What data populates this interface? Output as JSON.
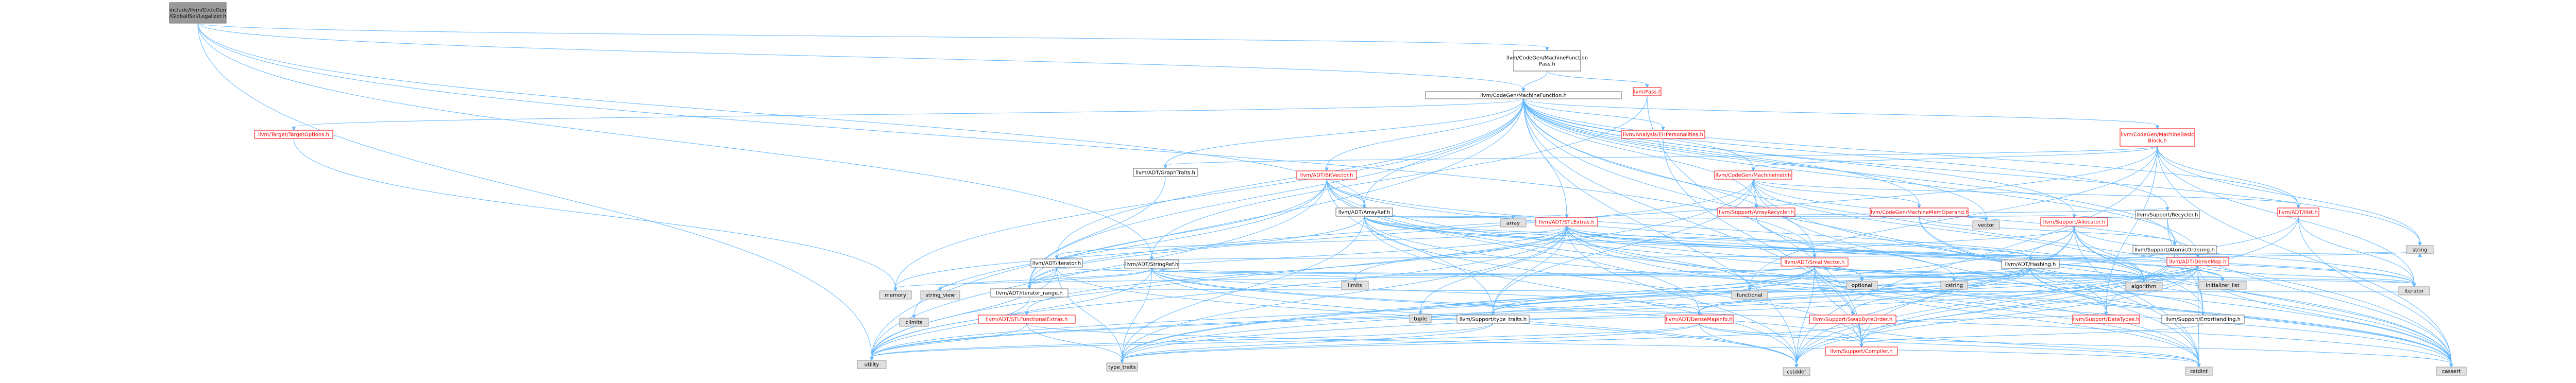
{
  "colors": {
    "edge": "#63B8FF",
    "root_fill": "#999999",
    "root_border": "#666666",
    "node_fill": "#ffffff",
    "node_border": "#666666",
    "node_text": "#000000",
    "external_fill": "#E0E0E0",
    "external_border": "#999999",
    "external_text": "#000000",
    "red_text": "#FF0000",
    "red_border": "#FF0000"
  },
  "nodes": [
    {
      "id": "root",
      "lines": [
        "include/llvm/CodeGen",
        "/GlobalISel/Legalizer.h"
      ],
      "kind": "root"
    },
    {
      "id": "mfp",
      "lines": [
        "llvm/CodeGen/MachineFunction",
        "Pass.h"
      ],
      "kind": "normal"
    },
    {
      "id": "pass",
      "lines": [
        "llvm/Pass.h"
      ],
      "kind": "red"
    },
    {
      "id": "mf",
      "lines": [
        "llvm/CodeGen/MachineFunction.h"
      ],
      "kind": "normal"
    },
    {
      "id": "tto",
      "lines": [
        "llvm/Target/TargetOptions.h"
      ],
      "kind": "red"
    },
    {
      "id": "gt",
      "lines": [
        "llvm/ADT/GraphTraits.h"
      ],
      "kind": "normal"
    },
    {
      "id": "ehp",
      "lines": [
        "llvm/Analysis/EHPersonalities.h"
      ],
      "kind": "red"
    },
    {
      "id": "mbb",
      "lines": [
        "llvm/CodeGen/MachineBasic",
        "Block.h"
      ],
      "kind": "red"
    },
    {
      "id": "bv",
      "lines": [
        "llvm/ADT/BitVector.h"
      ],
      "kind": "red"
    },
    {
      "id": "mi",
      "lines": [
        "llvm/CodeGen/MachineInstr.h"
      ],
      "kind": "red"
    },
    {
      "id": "ar",
      "lines": [
        "llvm/ADT/ArrayRef.h"
      ],
      "kind": "normal"
    },
    {
      "id": "arec",
      "lines": [
        "llvm/Support/ArrayRecycler.h"
      ],
      "kind": "red"
    },
    {
      "id": "mmo",
      "lines": [
        "llvm/CodeGen/MachineMemOperand.h"
      ],
      "kind": "red"
    },
    {
      "id": "rec",
      "lines": [
        "llvm/Support/Recycler.h"
      ],
      "kind": "normal"
    },
    {
      "id": "ilist",
      "lines": [
        "llvm/ADT/ilist.h"
      ],
      "kind": "red"
    },
    {
      "id": "arr",
      "lines": [
        "array"
      ],
      "kind": "external"
    },
    {
      "id": "vec",
      "lines": [
        "vector"
      ],
      "kind": "external"
    },
    {
      "id": "stl",
      "lines": [
        "llvm/ADT/STLExtras.h"
      ],
      "kind": "red"
    },
    {
      "id": "alloc",
      "lines": [
        "llvm/Support/Allocator.h"
      ],
      "kind": "red"
    },
    {
      "id": "ao",
      "lines": [
        "llvm/Support/AtomicOrdering.h"
      ],
      "kind": "normal"
    },
    {
      "id": "iter",
      "lines": [
        "llvm/ADT/iterator.h"
      ],
      "kind": "normal"
    },
    {
      "id": "sr",
      "lines": [
        "llvm/ADT/StringRef.h"
      ],
      "kind": "normal"
    },
    {
      "id": "sv",
      "lines": [
        "llvm/ADT/SmallVector.h"
      ],
      "kind": "red"
    },
    {
      "id": "hash",
      "lines": [
        "llvm/ADT/Hashing.h"
      ],
      "kind": "normal"
    },
    {
      "id": "dm",
      "lines": [
        "llvm/ADT/DenseMap.h"
      ],
      "kind": "red"
    },
    {
      "id": "mem",
      "lines": [
        "memory"
      ],
      "kind": "external"
    },
    {
      "id": "ir",
      "lines": [
        "llvm/ADT/iterator_range.h"
      ],
      "kind": "normal"
    },
    {
      "id": "cstd",
      "lines": [
        "cstddef"
      ],
      "kind": "external"
    },
    {
      "id": "cstdint",
      "lines": [
        "cstdint"
      ],
      "kind": "external"
    },
    {
      "id": "cassert",
      "lines": [
        "cassert"
      ],
      "kind": "external"
    },
    {
      "id": "utility",
      "lines": [
        "utility"
      ],
      "kind": "external"
    },
    {
      "id": "tt",
      "lines": [
        "type_traits"
      ],
      "kind": "external"
    },
    {
      "id": "climits",
      "lines": [
        "climits"
      ],
      "kind": "external"
    },
    {
      "id": "cstring",
      "lines": [
        "cstring"
      ],
      "kind": "external"
    },
    {
      "id": "limits",
      "lines": [
        "limits"
      ],
      "kind": "external"
    },
    {
      "id": "algorithm",
      "lines": [
        "algorithm"
      ],
      "kind": "external"
    },
    {
      "id": "tuple",
      "lines": [
        "tuple"
      ],
      "kind": "external"
    },
    {
      "id": "string",
      "lines": [
        "string"
      ],
      "kind": "external"
    },
    {
      "id": "string_view",
      "lines": [
        "string_view"
      ],
      "kind": "external"
    },
    {
      "id": "functional",
      "lines": [
        "functional"
      ],
      "kind": "external"
    },
    {
      "id": "optional",
      "lines": [
        "optional"
      ],
      "kind": "external"
    },
    {
      "id": "initlist",
      "lines": [
        "initializer_list"
      ],
      "kind": "external"
    },
    {
      "id": "iterator",
      "lines": [
        "iterator"
      ],
      "kind": "external"
    },
    {
      "id": "stlfe",
      "lines": [
        "llvm/ADT/STLFunctionalExtras.h"
      ],
      "kind": "red"
    },
    {
      "id": "dmi",
      "lines": [
        "llvm/ADT/DenseMapInfo.h"
      ],
      "kind": "red"
    },
    {
      "id": "stt",
      "lines": [
        "llvm/Support/type_traits.h"
      ],
      "kind": "normal"
    },
    {
      "id": "swbo",
      "lines": [
        "llvm/Support/SwapByteOrder.h"
      ],
      "kind": "red"
    },
    {
      "id": "dt",
      "lines": [
        "llvm/Support/DataTypes.h"
      ],
      "kind": "red"
    },
    {
      "id": "eh",
      "lines": [
        "llvm/Support/ErrorHandling.h"
      ],
      "kind": "normal"
    },
    {
      "id": "comp",
      "lines": [
        "llvm/Support/Compiler.h"
      ],
      "kind": "red"
    }
  ]
}
